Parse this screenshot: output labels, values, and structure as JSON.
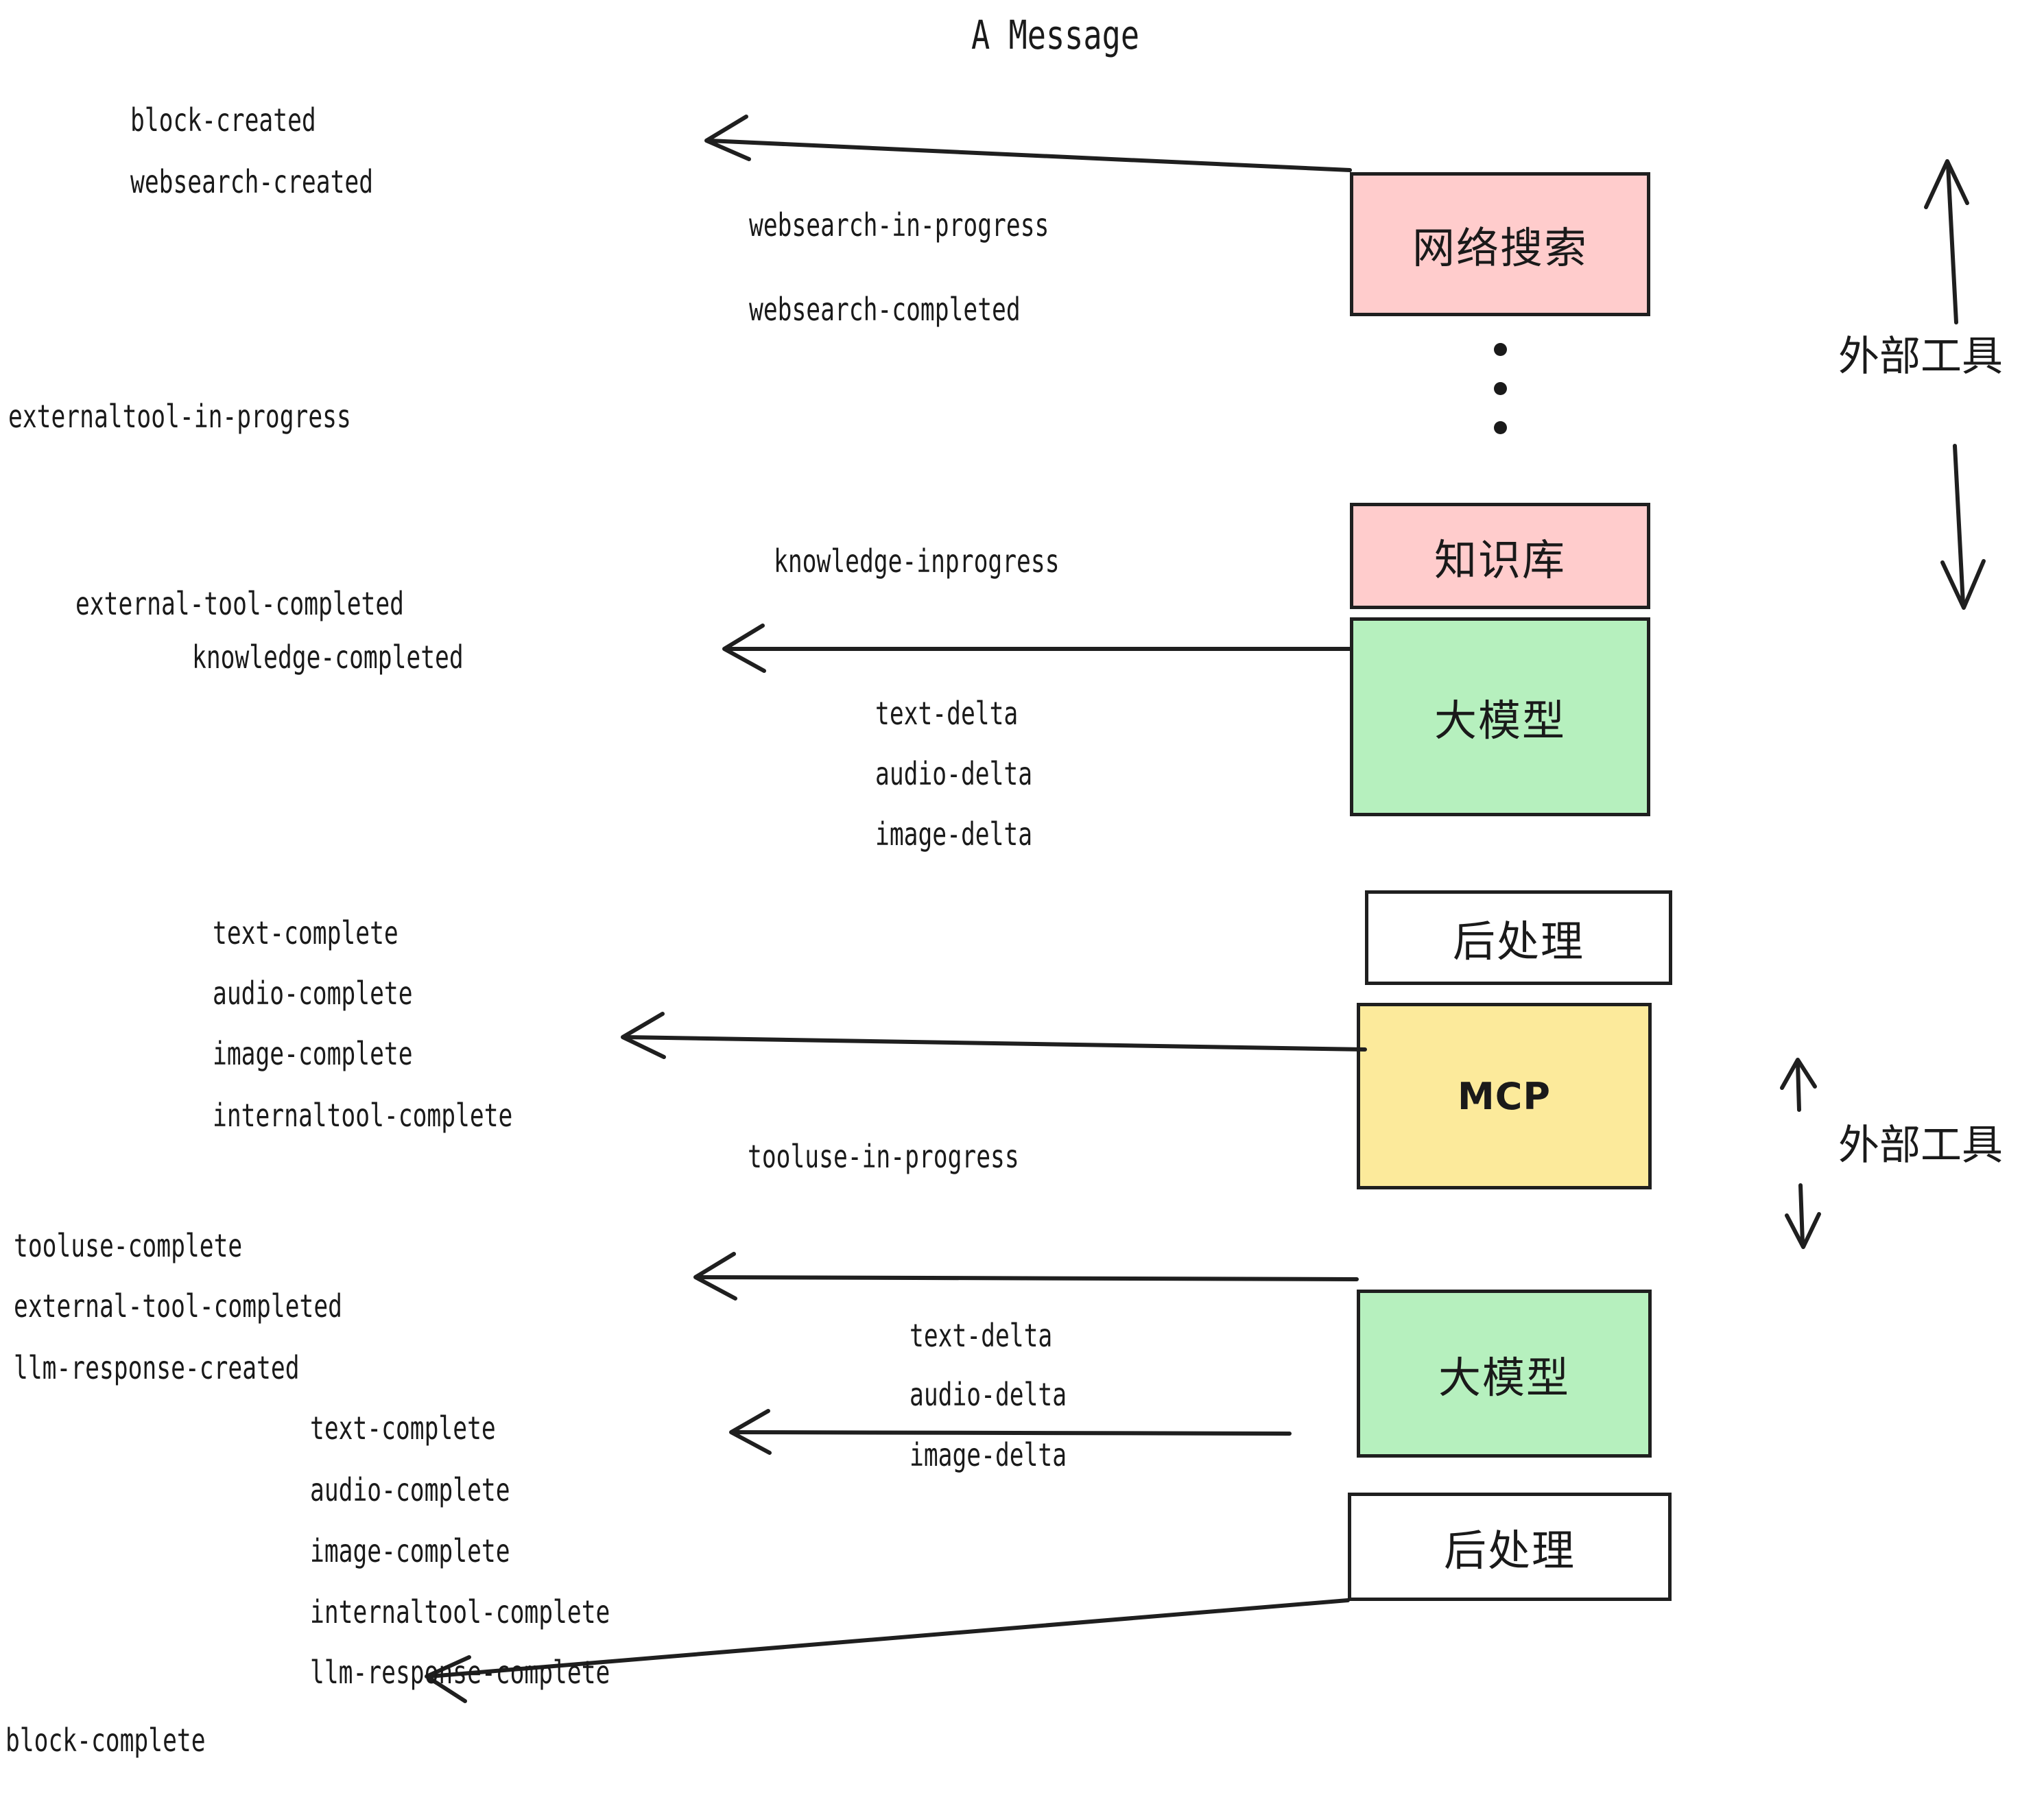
{
  "title": "A Message",
  "colors": {
    "pink": "#FFCCCC",
    "green": "#B6F0BE",
    "yellow": "#FCEA9B",
    "white": "#FFFFFF",
    "stroke": "#1F1F1F",
    "text": "#1A1A1A"
  },
  "boxes": [
    {
      "id": "websearch",
      "label": "网络搜索",
      "fill": "pink"
    },
    {
      "id": "knowledgebase",
      "label": "知识库",
      "fill": "pink"
    },
    {
      "id": "llm-1",
      "label": "大模型",
      "fill": "green"
    },
    {
      "id": "postprocess-1",
      "label": "后处理",
      "fill": "white"
    },
    {
      "id": "mcp",
      "label": "MCP",
      "fill": "yellow"
    },
    {
      "id": "llm-2",
      "label": "大模型",
      "fill": "green"
    },
    {
      "id": "postprocess-2",
      "label": "后处理",
      "fill": "white"
    }
  ],
  "side_labels": [
    {
      "id": "external-tools-top",
      "label": "外部工具"
    },
    {
      "id": "external-tools-bottom",
      "label": "外部工具"
    }
  ],
  "events": [
    {
      "id": "block-created",
      "label": "block-created"
    },
    {
      "id": "websearch-created",
      "label": "websearch-created"
    },
    {
      "id": "websearch-in-progress",
      "label": "websearch-in-progress"
    },
    {
      "id": "websearch-completed",
      "label": "websearch-completed"
    },
    {
      "id": "externaltool-in-progress",
      "label": "externaltool-in-progress"
    },
    {
      "id": "knowledge-inprogress",
      "label": "knowledge-inprogress"
    },
    {
      "id": "external-tool-completed-1",
      "label": "external-tool-completed"
    },
    {
      "id": "knowledge-completed",
      "label": "knowledge-completed"
    },
    {
      "id": "text-delta-1",
      "label": "text-delta"
    },
    {
      "id": "audio-delta-1",
      "label": "audio-delta"
    },
    {
      "id": "image-delta-1",
      "label": "image-delta"
    },
    {
      "id": "text-complete-1",
      "label": "text-complete"
    },
    {
      "id": "audio-complete-1",
      "label": "audio-complete"
    },
    {
      "id": "image-complete-1",
      "label": "image-complete"
    },
    {
      "id": "internaltool-complete-1",
      "label": "internaltool-complete"
    },
    {
      "id": "tooluse-in-progress",
      "label": "tooluse-in-progress"
    },
    {
      "id": "tooluse-complete",
      "label": "tooluse-complete"
    },
    {
      "id": "external-tool-completed-2",
      "label": "external-tool-completed"
    },
    {
      "id": "llm-response-created",
      "label": "llm-response-created"
    },
    {
      "id": "text-delta-2",
      "label": "text-delta"
    },
    {
      "id": "audio-delta-2",
      "label": "audio-delta"
    },
    {
      "id": "image-delta-2",
      "label": "image-delta"
    },
    {
      "id": "text-complete-2",
      "label": "text-complete"
    },
    {
      "id": "audio-complete-2",
      "label": "audio-complete"
    },
    {
      "id": "image-complete-2",
      "label": "image-complete"
    },
    {
      "id": "internaltool-complete-2",
      "label": "internaltool-complete"
    },
    {
      "id": "llm-response-complete",
      "label": "llm-response-complete"
    },
    {
      "id": "block-complete",
      "label": "block-complete"
    }
  ],
  "ellipsis": {
    "id": "vertical-ellipsis",
    "dot_count": 3
  },
  "arrows": [
    {
      "id": "arrow-websearch-to-block-created",
      "direction": "left"
    },
    {
      "id": "arrow-knowledge-to-completed",
      "direction": "left"
    },
    {
      "id": "arrow-postprocess1-to-image",
      "direction": "left"
    },
    {
      "id": "arrow-mcp-to-tooluse",
      "direction": "left"
    },
    {
      "id": "arrow-llm2-to-audio",
      "direction": "left"
    },
    {
      "id": "arrow-postprocess2-to-block",
      "direction": "left"
    },
    {
      "id": "arrow-external-tools-top-up",
      "direction": "up"
    },
    {
      "id": "arrow-external-tools-top-down",
      "direction": "down"
    },
    {
      "id": "arrow-external-tools-bottom-up",
      "direction": "up"
    },
    {
      "id": "arrow-external-tools-bottom-down",
      "direction": "down"
    }
  ]
}
